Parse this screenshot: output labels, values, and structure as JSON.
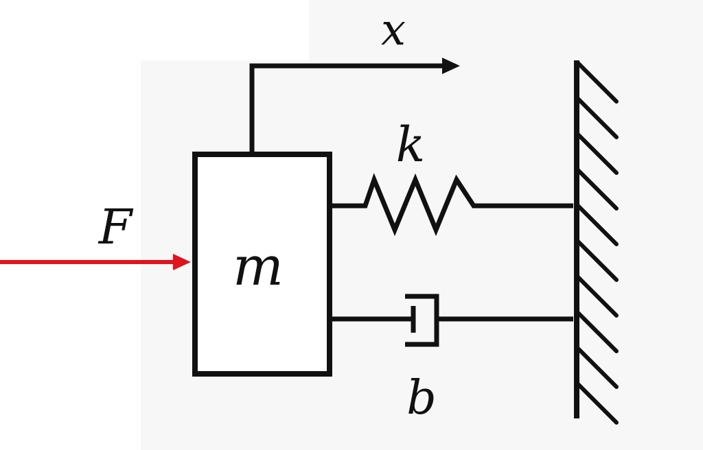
{
  "diagram": {
    "labels": {
      "displacement": "x",
      "spring": "k",
      "mass": "m",
      "force": "F",
      "damper": "b"
    },
    "colors": {
      "stroke": "#111111",
      "force_arrow": "#e0141e",
      "background": "#ffffff",
      "background_shade": "#f7f7f7"
    }
  }
}
